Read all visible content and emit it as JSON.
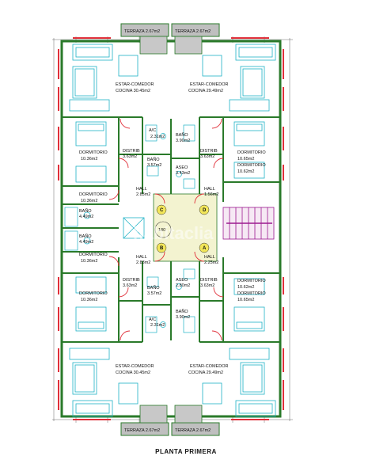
{
  "caption": "PLANTA PRIMERA",
  "watermark": "habitaclia",
  "stair_label": "180",
  "colors": {
    "wall": "#2a7a2a",
    "furniture": "#1fb3c6",
    "window": "#e0303a",
    "door": "#e0303a",
    "stair": "#9b1a8f",
    "dimension": "#333333",
    "hall": "#f3f3d0"
  },
  "rooms": {
    "terraza_tl": "TERRAZA 2.67m2",
    "terraza_tr": "TERRAZA 2.67m2",
    "estar_tl_1": "ESTAR-COMEDOR",
    "estar_tl_2": "COCINA 30.45m2",
    "estar_tr_1": "ESTAR-COMEDOR",
    "estar_tr_2": "COCINA 29.49m2",
    "ac_t": "A/C",
    "ac_t_area": "2.31m2",
    "bano_t1": "BAÑO",
    "bano_t1_area": "3.90m2",
    "distrib_tl": "DISTRIB",
    "distrib_tl_area": "3.63m2",
    "distrib_tr": "DISTRIB",
    "distrib_tr_area": "3.63m2",
    "dorm_tl": "DORMITORIO",
    "dorm_tl_area": "10.36m2",
    "dorm_tr": "DORMITORIO",
    "dorm_tr_area": "10.65m2",
    "bano_t2": "BAÑO",
    "bano_t2_area": "3.57m2",
    "aseo_t": "ASEO",
    "aseo_t_area": "3.43m2",
    "dorm_tr2": "DORMITORIO",
    "dorm_tr2_area": "10.62m2",
    "dorm_ml": "DORMITORIO",
    "dorm_ml_area": "10.36m2",
    "hall_tl": "HALL",
    "hall_tl_area": "2.83m2",
    "hall_tr": "HALL",
    "hall_tr_area": "1.56m2",
    "bano_l1": "BAÑO",
    "bano_l1_area": "4.49m2",
    "bano_l2": "BAÑO",
    "bano_l2_area": "4.49m2",
    "dorm_bl1": "DORMITORIO",
    "dorm_bl1_area": "10.36m2",
    "hall_bl": "HALL",
    "hall_bl_area": "2.83m2",
    "hall_br": "HALL",
    "hall_br_area": "2.25m2",
    "aseo_b": "ASEO",
    "aseo_b_area": "2.80m2",
    "distrib_bl": "DISTRIB",
    "distrib_bl_area": "3.63m2",
    "distrib_br": "DISTRIB",
    "distrib_br_area": "3.63m2",
    "dorm_br1": "DORMITORIO",
    "dorm_br1_area": "10.62m2",
    "bano_b2": "BAÑO",
    "bano_b2_area": "3.57m2",
    "dorm_bl2": "DORMITORIO",
    "dorm_bl2_area": "10.36m2",
    "dorm_br2": "DORMITORIO",
    "dorm_br2_area": "10.65m2",
    "bano_b1": "BAÑO",
    "bano_b1_area": "3.90m2",
    "ac_b": "A/C",
    "ac_b_area": "2.31m2",
    "estar_bl_1": "ESTAR-COMEDOR",
    "estar_bl_2": "COCINA 30.45m2",
    "estar_br_1": "ESTAR-COMEDOR",
    "estar_br_2": "COCINA 29.49m2",
    "terraza_bl": "TERRAZA 2.67m2",
    "terraza_br": "TERRAZA 2.67m2"
  },
  "unit_markers": [
    "C",
    "D",
    "B",
    "A"
  ]
}
